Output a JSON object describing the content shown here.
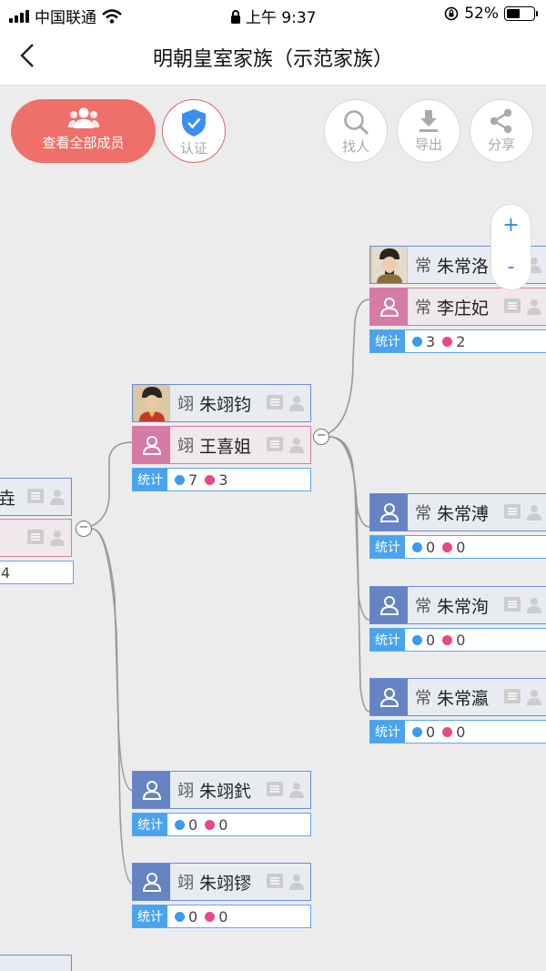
{
  "status_bar": {
    "carrier": "中国联通",
    "time": "上午 9:37",
    "battery": "52%"
  },
  "header": {
    "title": "明朝皇室家族（示范家族）"
  },
  "toolbar": {
    "all_members": "查看全部成员",
    "certify": "认证",
    "find": "找人",
    "export": "导出",
    "share": "分享"
  },
  "zoom": {
    "plus": "+",
    "minus": "-"
  },
  "stat_label": "统计",
  "collapse_symbol": "−",
  "parent_left": {
    "name_partial": "垚",
    "stat_partial": "4"
  },
  "gen2": {
    "head": {
      "generation": "翊",
      "name": "朱翊钧"
    },
    "spouse": {
      "generation": "翊",
      "name": "王喜姐"
    },
    "sons": "7",
    "daughters": "3"
  },
  "gen2_sib1": {
    "generation": "翊",
    "name": "朱翊釴",
    "sons": "0",
    "daughters": "0"
  },
  "gen2_sib2": {
    "generation": "翊",
    "name": "朱翊镠",
    "sons": "0",
    "daughters": "0"
  },
  "gen3_1": {
    "head": {
      "generation": "常",
      "name": "朱常洛"
    },
    "spouse": {
      "generation": "常",
      "name": "李庄妃"
    },
    "sons": "3",
    "daughters": "2"
  },
  "gen3_2": {
    "generation": "常",
    "name": "朱常溥",
    "sons": "0",
    "daughters": "0"
  },
  "gen3_3": {
    "generation": "常",
    "name": "朱常洵",
    "sons": "0",
    "daughters": "0"
  },
  "gen3_4": {
    "generation": "常",
    "name": "朱常瀛",
    "sons": "0",
    "daughters": "0"
  }
}
